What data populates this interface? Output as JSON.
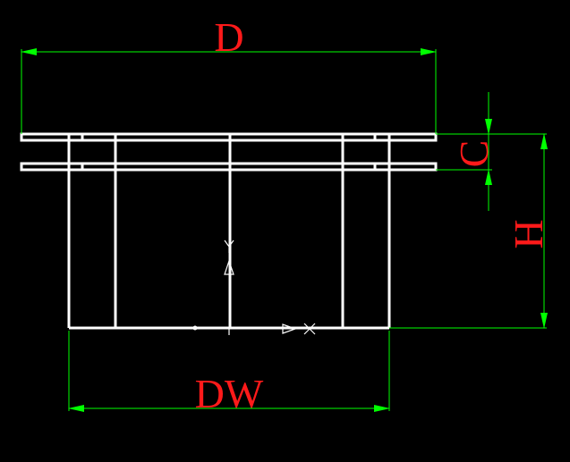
{
  "canvas": {
    "background": "#000000",
    "part_color": "#ffffff",
    "dimension_color": "#00ff00",
    "label_color": "#ff1a1a"
  },
  "dimensions": {
    "overall_diameter": "D",
    "flange_thickness": "C",
    "height": "H",
    "body_width": "DW"
  },
  "icons": {
    "ucs_origin": "ucs-axis-icon",
    "axis_x": "X",
    "axis_y": "Y"
  }
}
